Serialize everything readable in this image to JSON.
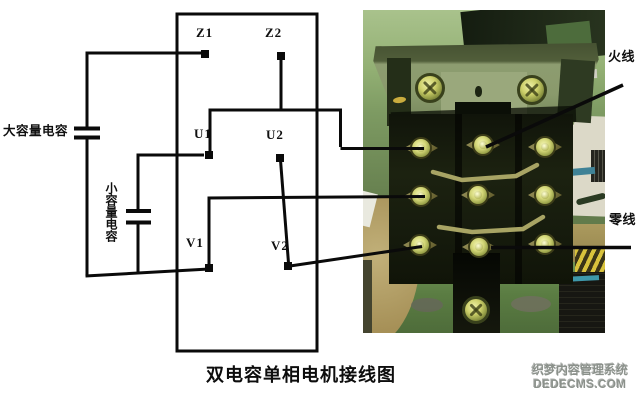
{
  "figure": {
    "caption": "双电容单相电机接线图",
    "watermark_line1": "织梦内容管理系统",
    "watermark_line2": "DEDECMS.COM"
  },
  "schematic": {
    "terminal_z1": "Z1",
    "terminal_z2": "Z2",
    "terminal_u1": "U1",
    "terminal_u2": "U2",
    "terminal_v1": "V1",
    "terminal_v2": "V2",
    "large_capacitor_label": "大容量电容",
    "small_capacitor_label": "小容量电容"
  },
  "photo": {
    "live_wire_label": "火线",
    "neutral_wire_label": "零线"
  },
  "colors": {
    "wire_black": "#0a0a0a",
    "photo_background_green": "#8fae72",
    "board_green": "#5b7d43",
    "brass_screw": "#cdd06a",
    "busbar_khaki": "#a8a464",
    "watermark_gray": "#8b918b"
  }
}
